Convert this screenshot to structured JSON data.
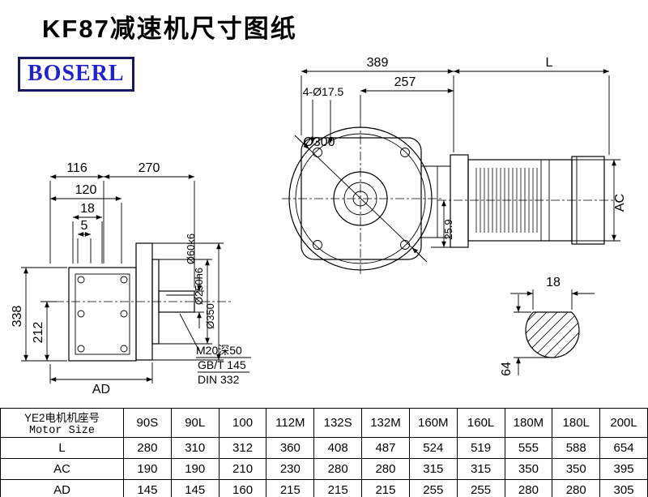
{
  "page": {
    "title": "KF87减速机尺寸图纸",
    "logo": "BOSERL"
  },
  "drawing": {
    "side_view": {
      "dim_116": "116",
      "dim_270": "270",
      "dim_120": "120",
      "dim_18": "18",
      "dim_5": "5",
      "dim_338": "338",
      "dim_212": "212",
      "dim_ad": "AD",
      "dia_shaft": "Ø60k6",
      "dia_pilot": "Ø250h6",
      "dia_flange": "Ø350",
      "note_tap": "M20深50",
      "note_std1": "GB/T 145",
      "note_std2": "DIN 332"
    },
    "front_view": {
      "dim_389": "389",
      "dim_l": "L",
      "dim_257": "257",
      "dim_holes": "4-Ø17.5",
      "dia_flange": "Ø300",
      "dim_ac": "AC",
      "dim_25_9": "25.9"
    },
    "shaft_section": {
      "dim_18": "18",
      "dim_64": "64"
    }
  },
  "table": {
    "header_label_cn": "YE2电机机座号",
    "header_label_en": "Motor Size",
    "sizes": [
      "90S",
      "90L",
      "100",
      "112M",
      "132S",
      "132M",
      "160M",
      "160L",
      "180M",
      "180L",
      "200L"
    ],
    "rows": [
      {
        "label": "L",
        "values": [
          "280",
          "310",
          "312",
          "360",
          "408",
          "487",
          "524",
          "519",
          "555",
          "588",
          "654"
        ]
      },
      {
        "label": "AC",
        "values": [
          "190",
          "190",
          "210",
          "230",
          "280",
          "280",
          "315",
          "315",
          "350",
          "350",
          "395"
        ]
      },
      {
        "label": "AD",
        "values": [
          "145",
          "145",
          "160",
          "215",
          "215",
          "215",
          "255",
          "255",
          "280",
          "280",
          "305"
        ]
      }
    ]
  }
}
